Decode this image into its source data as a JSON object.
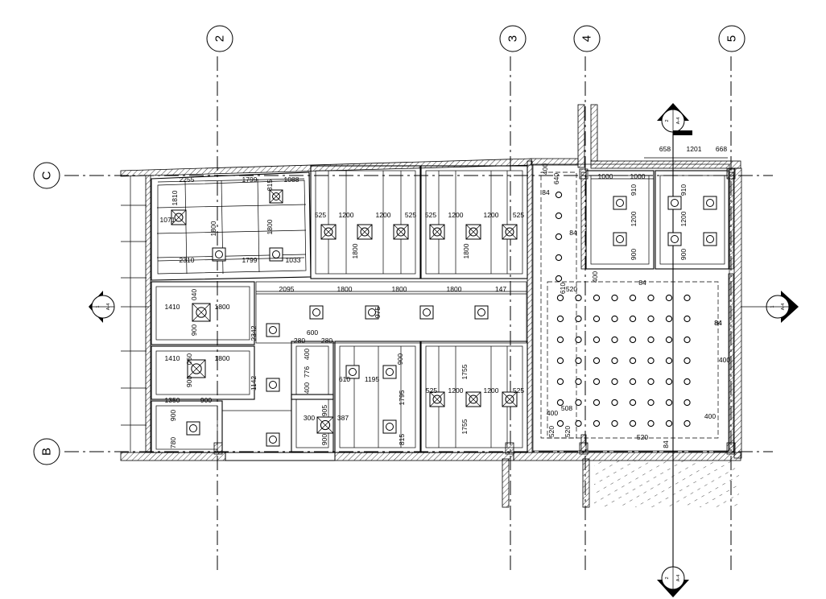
{
  "grid": {
    "vertical": [
      {
        "label": "2"
      },
      {
        "label": "3"
      },
      {
        "label": "4"
      },
      {
        "label": "5"
      }
    ],
    "horizontal": [
      {
        "label": "C"
      },
      {
        "label": "B"
      }
    ]
  },
  "section_markers": {
    "left": {
      "num": "1",
      "sheet": "A-4"
    },
    "right": {
      "num": "1",
      "sheet": "A-4"
    },
    "top": {
      "num": "2",
      "sheet": "A-4"
    },
    "bottom": {
      "num": "2",
      "sheet": "A-4"
    }
  },
  "dimensions": [
    "2255",
    "1799",
    "1088",
    "815",
    "1810",
    "1071",
    "1800",
    "1800",
    "2310",
    "1799",
    "1033",
    "525",
    "1200",
    "1200",
    "525",
    "525",
    "1200",
    "1200",
    "525",
    "1800",
    "1800",
    "2095",
    "1800",
    "1800",
    "1800",
    "147",
    "975",
    "1410",
    "1800",
    "040",
    "900",
    "1410",
    "1800",
    "060",
    "900",
    "1350",
    "900",
    "900",
    "780",
    "600",
    "280",
    "280",
    "400",
    "776",
    "400",
    "2342",
    "1142",
    "610",
    "1195",
    "900",
    "1795",
    "815",
    "525",
    "1200",
    "1200",
    "525",
    "1755",
    "1755",
    "300",
    "905",
    "387",
    "900",
    "658",
    "1201",
    "668",
    "1000",
    "1000",
    "910",
    "1200",
    "900",
    "910",
    "1200",
    "900",
    "400",
    "640",
    "84",
    "84",
    "400",
    "84",
    "610",
    "520",
    "84",
    "84",
    "400",
    "400",
    "508",
    "520",
    "520",
    "520",
    "84",
    "400",
    "603"
  ],
  "dot_grid": {
    "rows": 7,
    "cols": 8
  }
}
